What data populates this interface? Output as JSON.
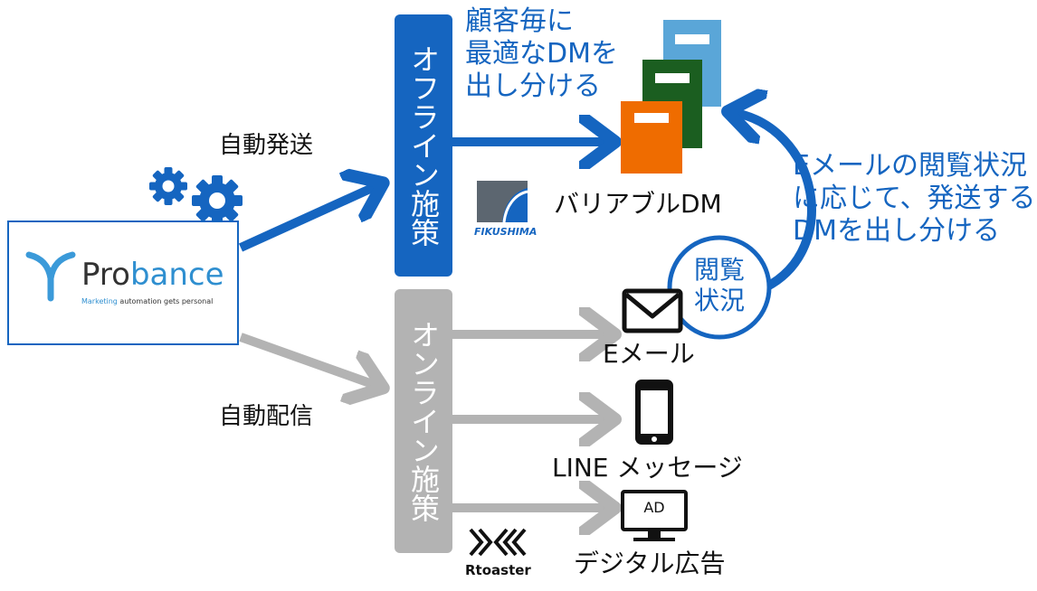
{
  "colors": {
    "offline": "#1565c0",
    "online": "#b3b3b3",
    "dm_light": "#5aa6d8",
    "dm_green": "#1b5e20",
    "dm_orange": "#ef6c00"
  },
  "probance": {
    "brand": "Probance",
    "tagline": "Marketing automation gets personal"
  },
  "arrows": {
    "auto_send": "自動発送",
    "auto_deliver": "自動配信"
  },
  "offline": {
    "bar_label": "オフライン施策",
    "note": [
      "顧客毎に",
      "最適なDMを",
      "出し分ける"
    ],
    "dm_label": "バリアブルDM",
    "partner": "FIKUSHIMA"
  },
  "online": {
    "bar_label": "オンライン施策",
    "email": "Eメール",
    "line": "LINE メッセージ",
    "ad_badge": "AD",
    "ad": "デジタル広告",
    "partner": "Rtoaster"
  },
  "feedback": {
    "text": [
      "Eメールの閲覧状況",
      "に応じて、発送する",
      "DMを出し分ける"
    ],
    "bubble": [
      "閲覧",
      "状況"
    ]
  }
}
